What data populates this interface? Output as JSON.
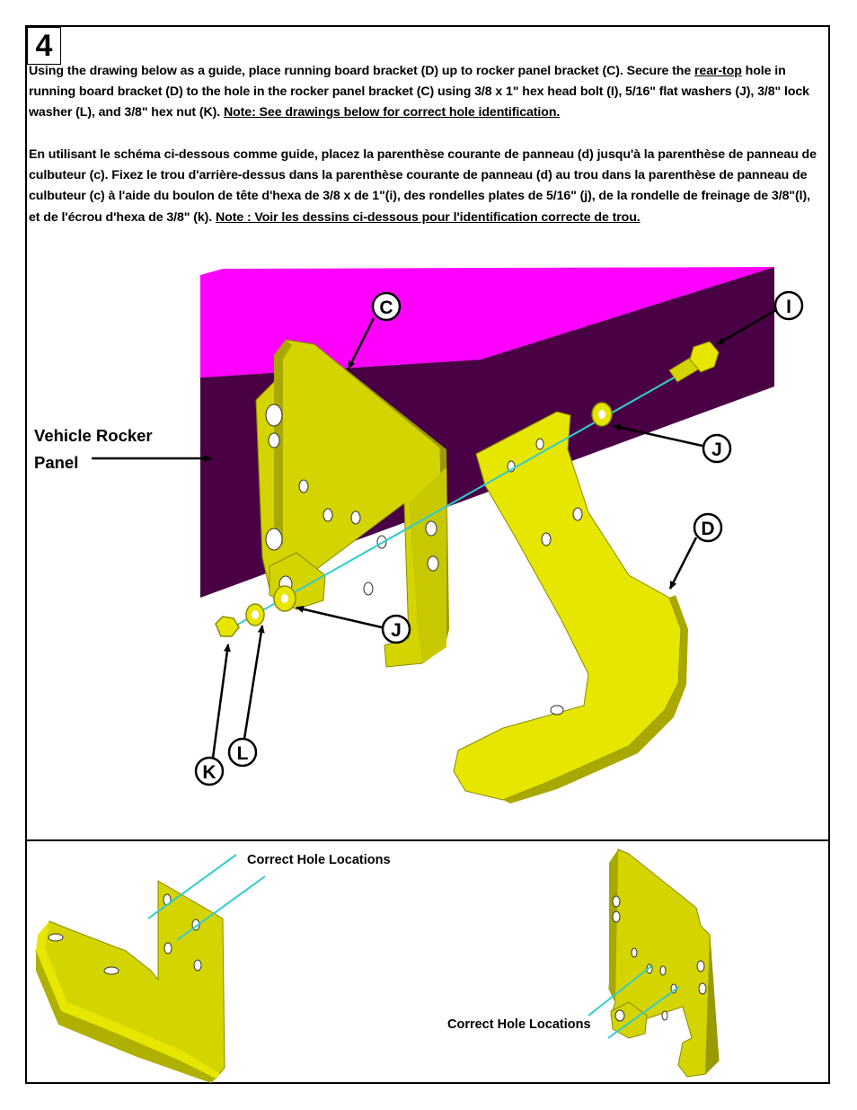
{
  "step_number": "4",
  "instructions_en": {
    "part1": "Using the drawing below as a guide, place running board bracket (D) up to rocker panel bracket (C).  Secure the ",
    "part2": "rear-top",
    "part3": " hole in running board bracket (D) to the hole in the rocker panel bracket (C) using 3/8 x 1\" hex head bolt (I), 5/16\" flat washers (J), 3/8\" lock washer (L), and 3/8\" hex nut (K).  ",
    "note": "Note:  See drawings below for correct hole identification."
  },
  "instructions_fr": {
    "text": "En utilisant le schéma ci-dessous comme guide, placez la parenthèse courante de panneau (d) jusqu'à la parenthèse de panneau de culbuteur (c). Fixez le trou d'arrière-dessus dans la parenthèse courante de panneau (d) au trou dans la parenthèse de panneau de culbuteur (c) à l'aide du boulon de tête d'hexa de 3/8 x de 1\"(i), des rondelles plates de 5/16\" (j), de la rondelle de freinage de 3/8\"(l), et de l'écrou d'hexa de 3/8\" (k). ",
    "note": "Note : Voir les dessins ci-dessous pour l'identification correcte de trou."
  },
  "diagram": {
    "rocker_label_line1": "Vehicle Rocker",
    "rocker_label_line2": "Panel",
    "callouts": {
      "c": "C",
      "i": "I",
      "j_upper": "J",
      "d": "D",
      "j_lower": "J",
      "l": "L",
      "k": "K"
    },
    "hole_label_left": "Correct Hole Locations",
    "hole_label_right": "Correct Hole Locations"
  },
  "colors": {
    "bracket_yellow": "#d4d400",
    "rocker_purple": "#4a0045",
    "rocker_magenta": "#ff00ff",
    "bolt_line": "#33cccc"
  }
}
